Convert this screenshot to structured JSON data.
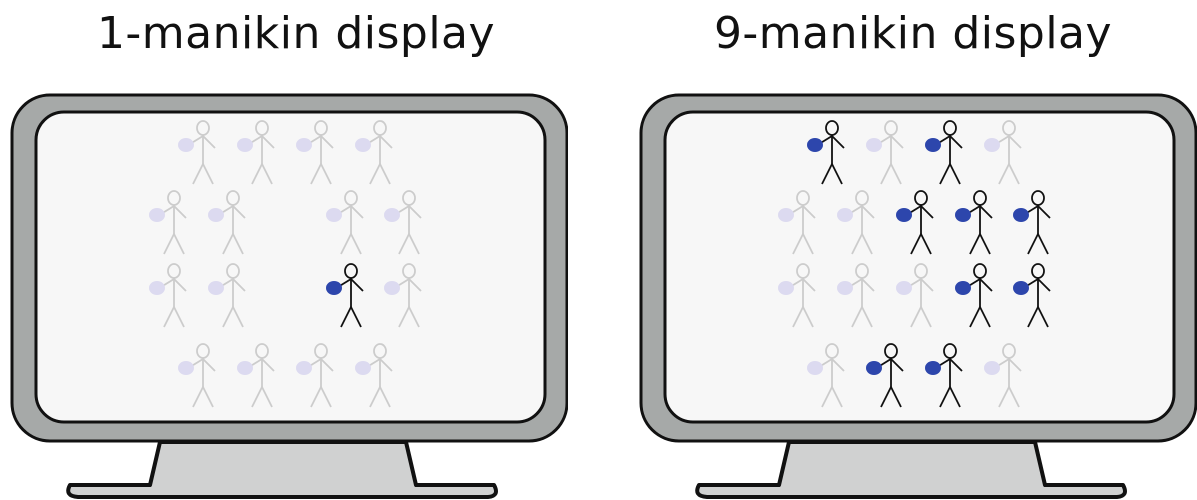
{
  "titles": {
    "left": "1-manikin display",
    "right": "9-manikin display"
  },
  "colors": {
    "monitor_frame": "#a6a9a8",
    "monitor_outline": "#111111",
    "screen_bg": "#f7f7f7",
    "stand": "#d0d1d1",
    "active_figure": "#111111",
    "active_ball": "#2d46ac",
    "faded_figure": "#cccccc",
    "faded_ball": "#dcdaf0"
  },
  "displays": [
    {
      "id": "left",
      "rows": [
        [
          "faded",
          "faded",
          "faded",
          "faded"
        ],
        [
          "faded",
          "faded",
          null,
          "faded",
          "faded"
        ],
        [
          "faded",
          "faded",
          null,
          "active",
          "faded"
        ],
        [
          "faded",
          "faded",
          "faded",
          "faded"
        ]
      ]
    },
    {
      "id": "right",
      "rows": [
        [
          "active",
          "faded",
          "active",
          "faded"
        ],
        [
          "faded",
          "faded",
          "active",
          "active",
          "active"
        ],
        [
          "faded",
          "faded",
          "faded",
          "active",
          "active"
        ],
        [
          "faded",
          "active",
          "active",
          "faded"
        ]
      ]
    }
  ]
}
